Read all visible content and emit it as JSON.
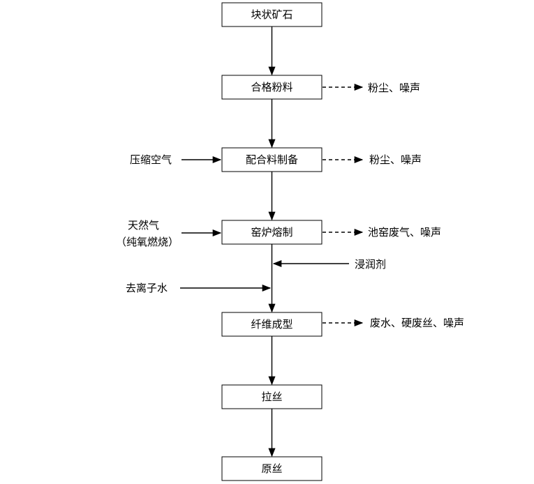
{
  "steps": {
    "ore": "块状矿石",
    "powder": "合格粉料",
    "batch": "配合料制备",
    "melt": "窑炉熔制",
    "fiber": "纤维成型",
    "draw": "拉丝",
    "yarn": "原丝"
  },
  "inputs": {
    "compressed_air": "压缩空气",
    "natural_gas_line1": "天然气",
    "natural_gas_line2": "（纯氧燃烧）",
    "wetting_agent": "浸润剂",
    "deionized_water": "去离子水"
  },
  "outputs": {
    "powder_emission": "粉尘、噪声",
    "batch_emission": "粉尘、噪声",
    "melt_emission": "池窑废气、噪声",
    "fiber_emission": "废水、硬废丝、噪声"
  }
}
